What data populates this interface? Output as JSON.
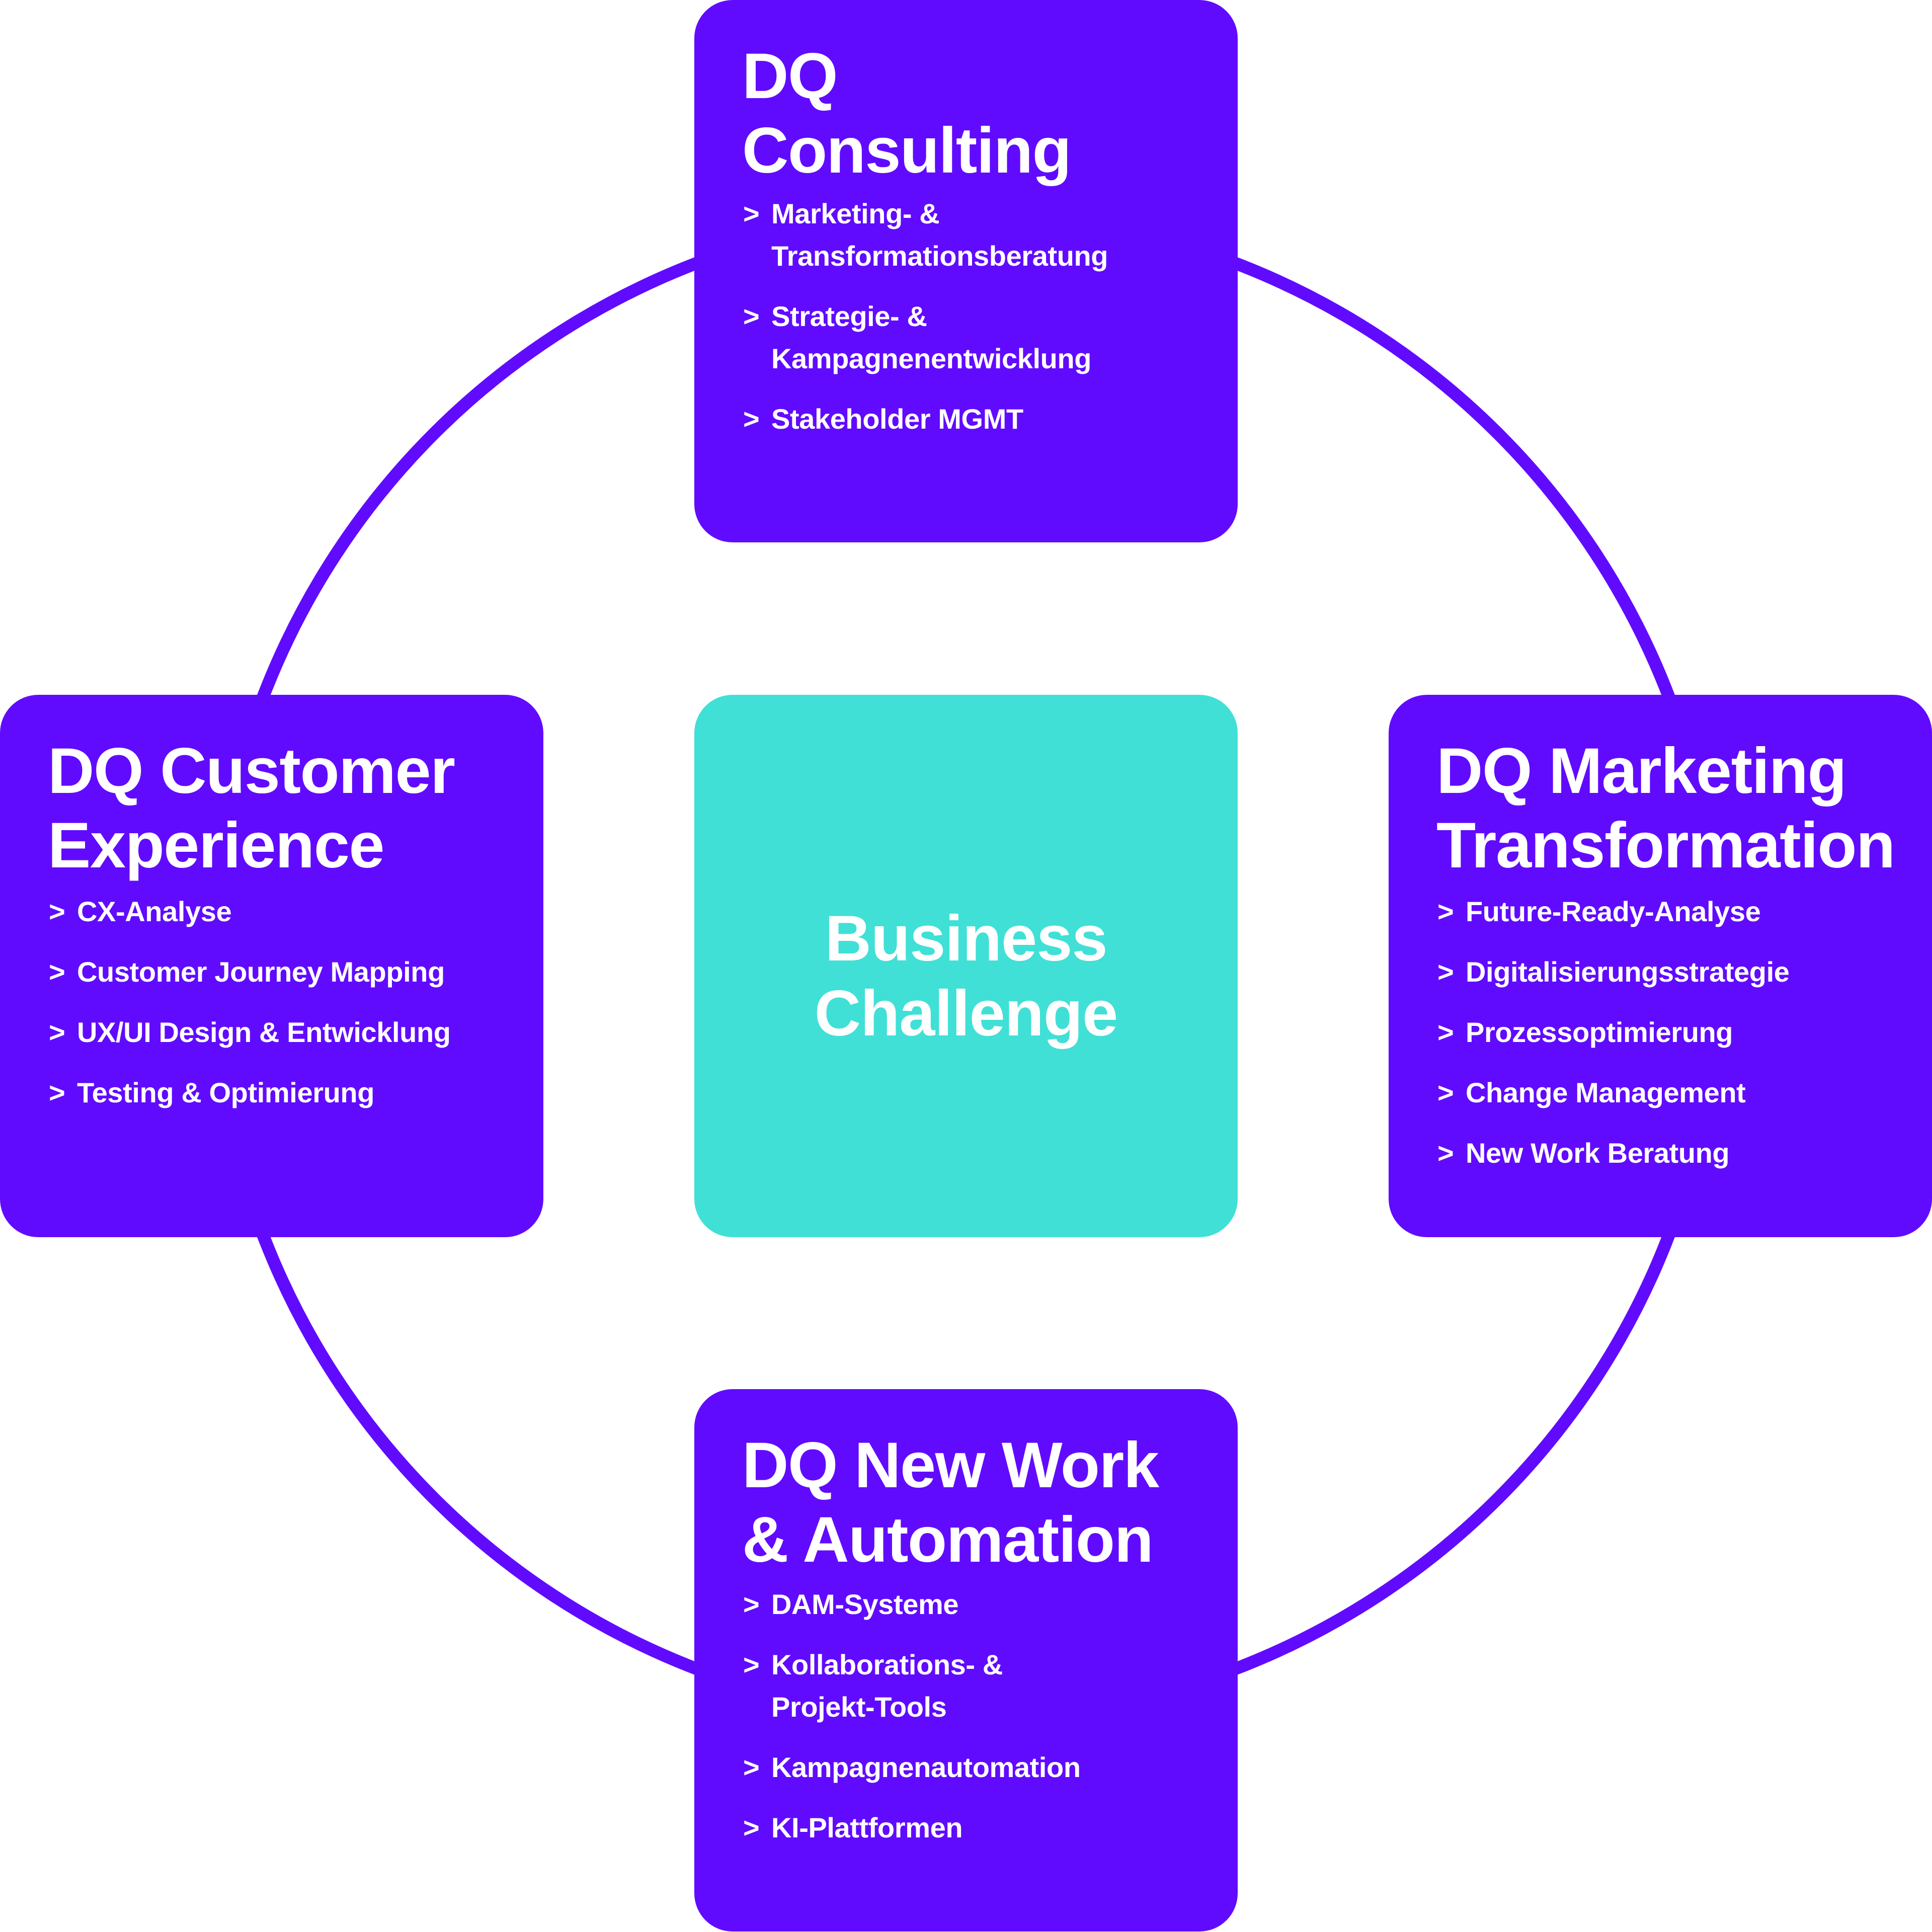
{
  "colors": {
    "primary": "#610BFE",
    "accent": "#40E0D6",
    "text": "#FFFFFF",
    "background": "#FFFFFF"
  },
  "bullet_glyph": ">",
  "center": {
    "title_line1": "Business",
    "title_line2": "Challenge"
  },
  "boxes": {
    "consulting": {
      "title_line1": "DQ",
      "title_line2": "Consulting",
      "items": [
        {
          "line1": "Marketing- &",
          "line2": "Transformationsberatung"
        },
        {
          "line1": "Strategie- &",
          "line2": "Kampagnenentwicklung"
        },
        {
          "line1": "Stakeholder MGMT"
        }
      ]
    },
    "customer_experience": {
      "title_line1": "DQ Customer",
      "title_line2": "Experience",
      "items": [
        {
          "line1": "CX-Analyse"
        },
        {
          "line1": "Customer Journey Mapping"
        },
        {
          "line1": "UX/UI Design & Entwicklung"
        },
        {
          "line1": "Testing & Optimierung"
        }
      ]
    },
    "marketing_transformation": {
      "title_line1": "DQ Marketing",
      "title_line2": "Transformation",
      "items": [
        {
          "line1": "Future-Ready-Analyse"
        },
        {
          "line1": "Digitalisierungsstrategie"
        },
        {
          "line1": "Prozessoptimierung"
        },
        {
          "line1": "Change Management"
        },
        {
          "line1": "New Work Beratung"
        }
      ]
    },
    "new_work_automation": {
      "title_line1": "DQ New Work",
      "title_line2": "& Automation",
      "items": [
        {
          "line1": "DAM-Systeme"
        },
        {
          "line1": "Kollaborations- &",
          "line2": "Projekt-Tools"
        },
        {
          "line1": "Kampagnenautomation"
        },
        {
          "line1": "KI-Plattformen"
        }
      ]
    }
  }
}
